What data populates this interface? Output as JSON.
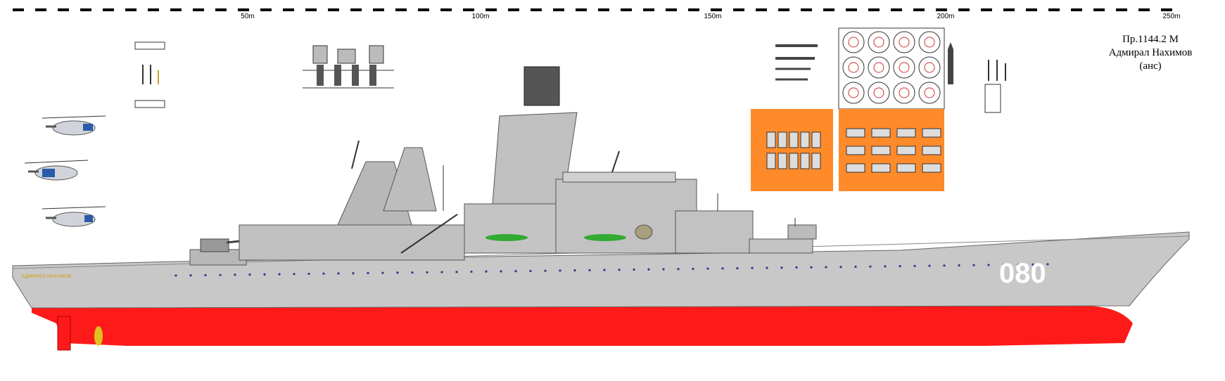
{
  "scale": {
    "labels": [
      "50m",
      "100m",
      "150m",
      "200m",
      "250m"
    ]
  },
  "title": {
    "project": "Пр.1144.2 М",
    "name": "Адмирал Нахимов",
    "author": "(анс)"
  },
  "ship": {
    "hull_number": "080",
    "name_plate": "АДМИРАЛ НАХИМОВ"
  },
  "colors": {
    "hull_grey": "#c8c8c8",
    "underwater_red": "#ff1a1a",
    "panel_orange": "#ff8a2a",
    "scale_black": "#000000",
    "deck_green": "#33aa33",
    "name_gold": "#d4a017"
  }
}
